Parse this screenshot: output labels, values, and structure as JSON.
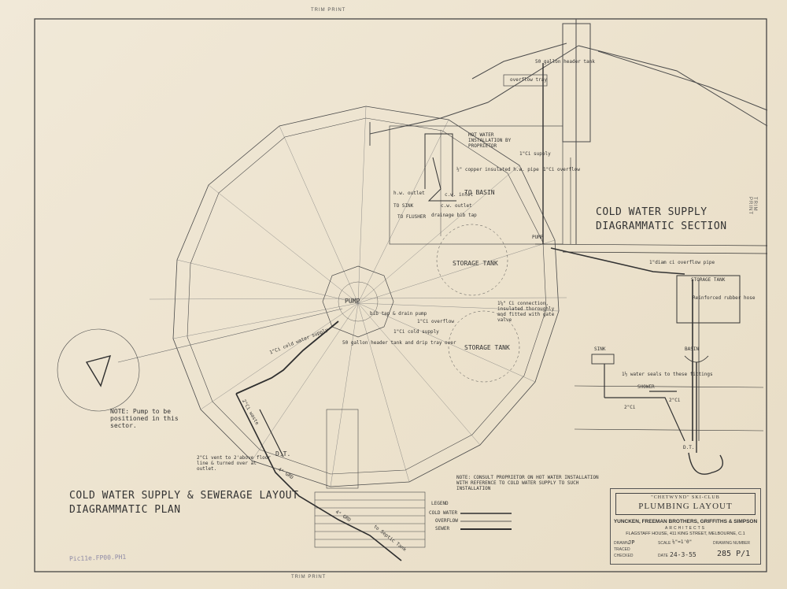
{
  "trim": {
    "top": "TRIM PRINT",
    "bottom": "TRIM PRINT",
    "right": "TRIM PRINT"
  },
  "plan": {
    "title_line1": "COLD WATER SUPPLY & SEWERAGE LAYOUT",
    "title_line2": "DIAGRAMMATIC PLAN",
    "note": "NOTE: Pump to be positioned in this sector.",
    "vent_note": "2\"Ci vent to 2'above floor line & turned over at outlet.",
    "labels": {
      "pump": "PUMP",
      "storage_tank_1": "STORAGE TANK",
      "storage_tank_2": "STORAGE TANK",
      "overflow": "1\"Ci overflow",
      "cold_supply": "1\"Ci cold supply",
      "drain": "bib tap & drain pump",
      "header_tank": "50 gallon header tank and drip tray over",
      "cold_water_supply": "1\"Ci cold water supply",
      "connection": "1¼\" Ci connection, insulated thoroughly and fitted with gate valve",
      "dt": "D.T.",
      "to_septic": "to Septic Tank",
      "grd_1": "4\" GRD",
      "grd_2": "4\" GRD",
      "slope": "2\"Ci waste"
    }
  },
  "section": {
    "title_line1": "COLD WATER SUPPLY",
    "title_line2": "DIAGRAMMATIC SECTION",
    "labels": {
      "header_tank": "50 gallon header tank",
      "overflow_tray": "overflow tray",
      "hot_water": "HOT WATER INSTALLATION BY PROPRIETOR",
      "ci_supply": "1\"Ci supply",
      "ci_overflow": "1\"Ci overflow",
      "copper": "½\" copper insulated h.w. pipe",
      "to_basin": "TO BASIN",
      "to_flusher": "TO FLUSHER",
      "to_sink": "TO SINK",
      "hw_outlet": "h.w. outlet",
      "cw_outlet": "c.w. outlet",
      "cw_inlet": "c.w. inlet",
      "drainage_tap": "drainage bib tap",
      "pump": "PUMP",
      "storage_tank": "STORAGE TANK",
      "reinforced": "Reinforced rubber hose",
      "ci_overflow_pipe": "1\"diam ci overflow pipe"
    }
  },
  "detail": {
    "sink": "SINK",
    "basin": "BASIN",
    "shower": "SHOWER",
    "water_seals": "1½ water seals to these fittings",
    "dt": "D.T.",
    "waste1": "2\"Ci",
    "waste2": "2\"Ci"
  },
  "legend": {
    "title": "LEGEND",
    "items": [
      "COLD WATER",
      "OVERFLOW",
      "SEWER"
    ]
  },
  "consult_note": "NOTE: CONSULT PROPRIETOR ON HOT WATER INSTALLATION WITH REFERENCE TO COLD WATER SUPPLY TO SUCH INSTALLATION",
  "titleblock": {
    "club": "\"CHETWYND\" SKI-CLUB",
    "title": "PLUMBING LAYOUT",
    "firm": "YUNCKEN, FREEMAN BROTHERS, GRIFFITHS & SIMPSON",
    "architects": "ARCHITECTS",
    "address": "FLAGSTAFF HOUSE, 411 KING STREET, MELBOURNE, C.1",
    "drawn_label": "DRAWN",
    "drawn_value": "JP",
    "traced_label": "TRACED",
    "checked_label": "CHECKED",
    "scale_label": "SCALE",
    "scale_value": "⅛\"=1'0\"",
    "date_label": "DATE",
    "date_value": "24-3-55",
    "drawing_label": "DRAWING NUMBER",
    "drawing_value": "285 P/1"
  },
  "stamp": "Pic11e.FP00.PH1"
}
